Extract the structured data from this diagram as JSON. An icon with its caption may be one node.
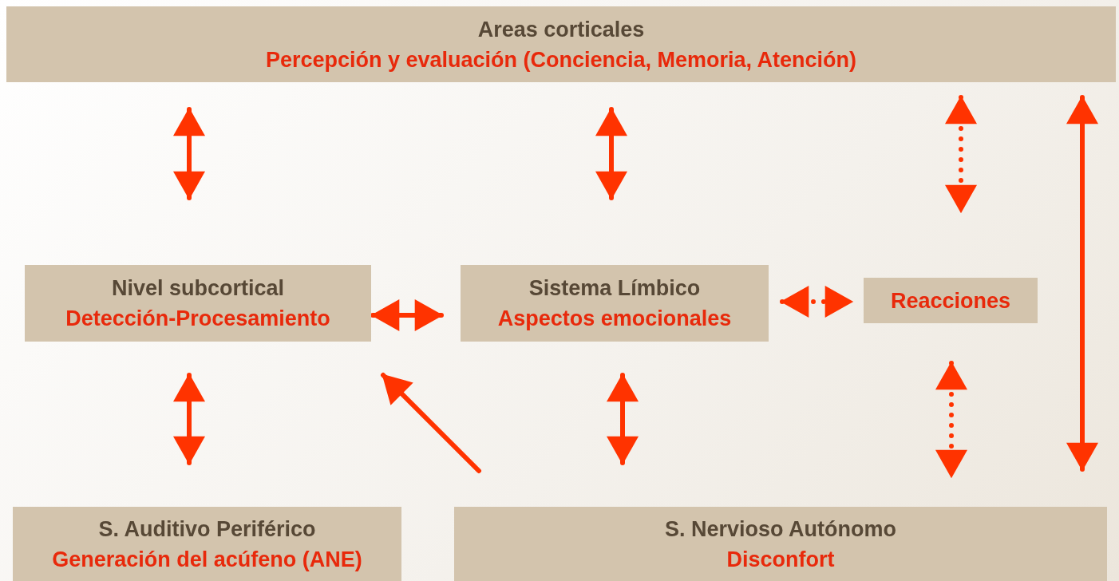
{
  "diagram": {
    "nodes": [
      {
        "text": [
          "Areas corticales",
          "Percepción y evaluación (Conciencia, Memoria, Atención)"
        ]
      },
      {
        "text": [
          "Nivel subcortical",
          "Detección-Procesamiento"
        ]
      },
      {
        "text": [
          "Sistema Límbico",
          "Aspectos emocionales"
        ]
      },
      {
        "text": [
          "Reacciones"
        ]
      },
      {
        "text": [
          "S. Auditivo Periférico",
          "Generación del acúfeno (ANE)"
        ]
      },
      {
        "text": [
          "S. Nervioso Autónomo",
          "Disconfort"
        ]
      }
    ],
    "edges": [
      {
        "from": 0,
        "to": 1,
        "arrow": "both"
      },
      {
        "from": 0,
        "to": 2,
        "arrow": "both"
      },
      {
        "from": 0,
        "to": 3,
        "arrow": "both",
        "style": "dashed"
      },
      {
        "from": 0,
        "to": 5,
        "arrow": "both"
      },
      {
        "from": 1,
        "to": 2,
        "arrow": "both"
      },
      {
        "from": 2,
        "to": 3,
        "arrow": "both",
        "style": "dashed"
      },
      {
        "from": 1,
        "to": 4,
        "arrow": "both"
      },
      {
        "from": 5,
        "to": 1,
        "arrow": "to"
      },
      {
        "from": 2,
        "to": 5,
        "arrow": "both"
      },
      {
        "from": 3,
        "to": 5,
        "arrow": "both",
        "style": "dashed"
      }
    ]
  }
}
